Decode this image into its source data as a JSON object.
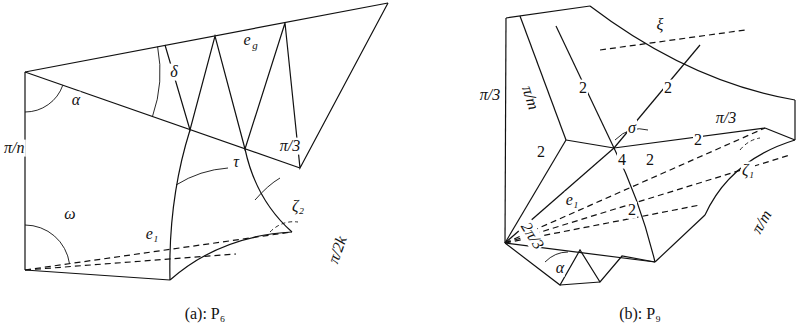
{
  "diagram": {
    "labels": [
      "π/n",
      "α",
      "δ",
      "e",
      "g",
      "τ",
      "π/3",
      "ω",
      "ζ₂",
      "e₁",
      "π/2k",
      "(a): P₆",
      "ξ",
      "π/m",
      "π/3",
      "2",
      "2",
      "2",
      "4",
      "σ",
      "2",
      "2",
      "π/3",
      "ζ₁",
      "e₁",
      "2",
      "π/m",
      "2π/3",
      "α",
      "(b): P₉"
    ]
  }
}
